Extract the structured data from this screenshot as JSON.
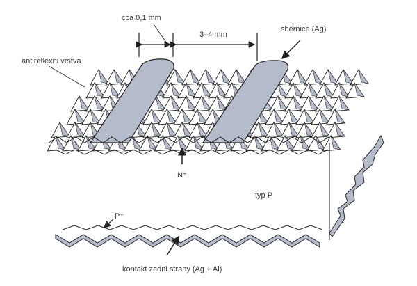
{
  "title": "Solar cell structure",
  "labels": {
    "finger_width": "cca 0,1 mm",
    "finger_spacing": "3–4 mm",
    "busbar": "sběrnice (Ag)",
    "antireflective_layer": "antireflexni vrstva",
    "n_plus": "N⁺",
    "p_type": "typ P",
    "p_plus": "P⁺",
    "back_contact": "kontakt zadni strany (Ag + Al)"
  },
  "colors": {
    "metal": "#b4bccb",
    "line": "#222222",
    "text": "#333333"
  }
}
